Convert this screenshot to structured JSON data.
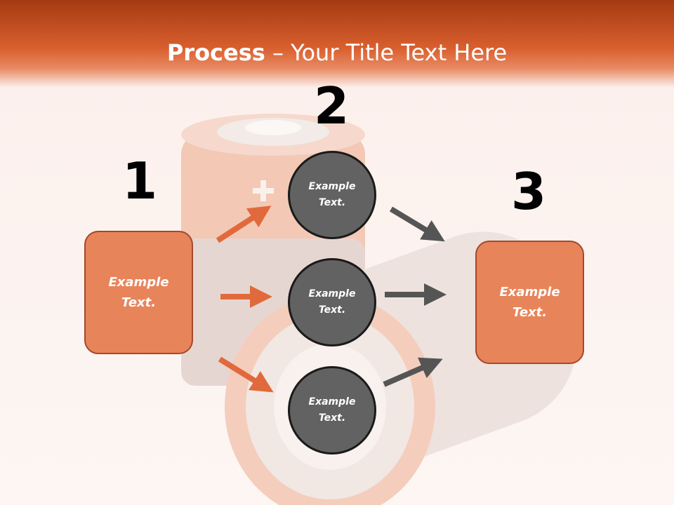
{
  "slide": {
    "title_bold": "Process",
    "title_rest": " – Your Title Text Here"
  },
  "steps": {
    "one": "1",
    "two": "2",
    "three": "3"
  },
  "nodes": {
    "left_box": "Example Text.",
    "circle_top": "Example Text.",
    "circle_middle": "Example Text.",
    "circle_bottom": "Example Text.",
    "right_box": "Example Text."
  },
  "colors": {
    "header": "#d95f2e",
    "box_fill": "#e8845a",
    "circle_fill": "#626262",
    "arrow_orange": "#e06a3c",
    "arrow_gray": "#555555"
  },
  "background_image": "batteries-photo"
}
